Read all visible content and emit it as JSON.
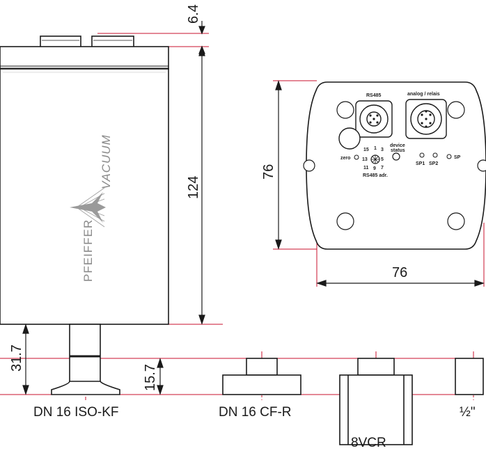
{
  "dimensions": {
    "top_gap": "6.4",
    "height": "124",
    "flange_height": "31.7",
    "fitting_height": "15.7",
    "face_height": "76",
    "face_width": "76"
  },
  "brand": {
    "line1": "PFEIFFER",
    "line2": "VACUUM"
  },
  "front_panel": {
    "rs485": "RS485",
    "analog": "analog / relais",
    "device": "device",
    "status": "status",
    "zero": "zero",
    "rs485_adr": "RS485 adr.",
    "sp1": "SP1",
    "sp2": "SP2",
    "sp": "SP",
    "dial": [
      "15",
      "1",
      "3",
      "13",
      "5",
      "11",
      "9",
      "7"
    ]
  },
  "connections": {
    "iso_kf": "DN 16 ISO-KF",
    "cf_r": "DN 16 CF-R",
    "vcr": "8VCR",
    "half_inch": "½\""
  }
}
